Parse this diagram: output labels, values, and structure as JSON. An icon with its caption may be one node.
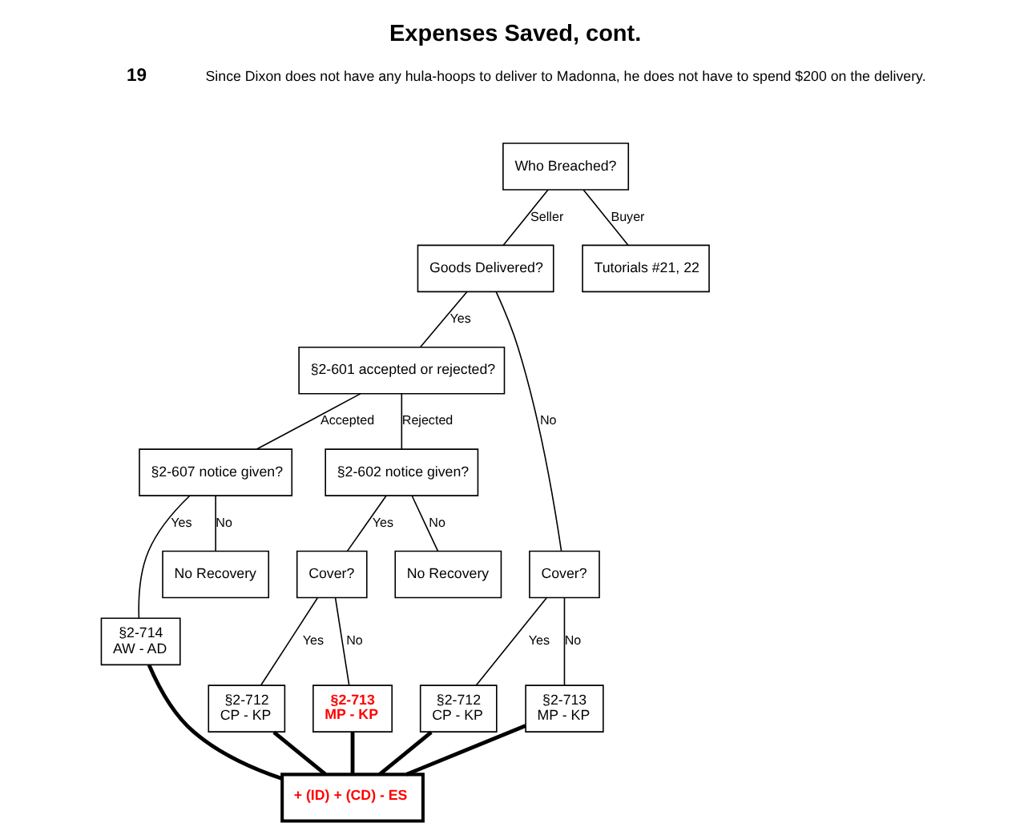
{
  "diagram": {
    "title": "Expenses Saved, cont.",
    "nodes": [
      {
        "text": [
          "Who Breached?"
        ]
      },
      {
        "text": [
          "Goods Delivered?"
        ]
      },
      {
        "text": [
          "Tutorials #21, 22"
        ]
      },
      {
        "text": [
          "§2-601 accepted or rejected?"
        ]
      },
      {
        "text": [
          "Cover?"
        ]
      },
      {
        "text": [
          "§2-607 notice given?"
        ]
      },
      {
        "text": [
          "§2-602 notice given?"
        ]
      },
      {
        "text": [
          "§2-714",
          "AW - AD"
        ]
      },
      {
        "text": [
          "No Recovery"
        ]
      },
      {
        "text": [
          "Cover?"
        ]
      },
      {
        "text": [
          "No Recovery"
        ]
      },
      {
        "text": [
          "§2-712",
          "CP - KP"
        ]
      },
      {
        "text": [
          "§2-713",
          "MP - KP"
        ]
      },
      {
        "text": [
          "§2-712",
          "CP - KP"
        ]
      },
      {
        "text": [
          "§2-713",
          "MP - KP"
        ]
      },
      {
        "text": [
          "+ (ID) + (CD) - ES"
        ]
      }
    ],
    "edges": [
      {
        "from": 0,
        "to": 1,
        "arrow": "none",
        "label": "Seller"
      },
      {
        "from": 0,
        "to": 2,
        "arrow": "none",
        "label": "Buyer"
      },
      {
        "from": 1,
        "to": 3,
        "arrow": "none",
        "label": "Yes"
      },
      {
        "from": 1,
        "to": 4,
        "arrow": "none",
        "label": "No"
      },
      {
        "from": 3,
        "to": 5,
        "arrow": "none",
        "label": "Accepted"
      },
      {
        "from": 3,
        "to": 6,
        "arrow": "none",
        "label": "Rejected"
      },
      {
        "from": 4,
        "to": 13,
        "arrow": "none",
        "label": "Yes"
      },
      {
        "from": 4,
        "to": 14,
        "arrow": "none",
        "label": "No"
      },
      {
        "from": 5,
        "to": 7,
        "arrow": "none",
        "label": "Yes"
      },
      {
        "from": 5,
        "to": 8,
        "arrow": "none",
        "label": "No"
      },
      {
        "from": 6,
        "to": 9,
        "arrow": "none",
        "label": "Yes"
      },
      {
        "from": 6,
        "to": 10,
        "arrow": "none",
        "label": "No"
      },
      {
        "from": 9,
        "to": 11,
        "arrow": "none",
        "label": "Yes"
      },
      {
        "from": 9,
        "to": 12,
        "arrow": "none",
        "label": "No"
      },
      {
        "from": 7,
        "to": 15,
        "arrow": "none",
        "style": "thick"
      },
      {
        "from": 11,
        "to": 15,
        "arrow": "none",
        "style": "thick"
      },
      {
        "from": 12,
        "to": 15,
        "arrow": "none",
        "style": "thick"
      },
      {
        "from": 13,
        "to": 15,
        "arrow": "none",
        "style": "thick"
      },
      {
        "from": 14,
        "to": 15,
        "arrow": "none",
        "style": "thick"
      }
    ],
    "labels": [
      "19",
      "Since Dixon does not have any hula-hoops to deliver to Madonna, he does not have to spend $200 on the delivery."
    ]
  }
}
